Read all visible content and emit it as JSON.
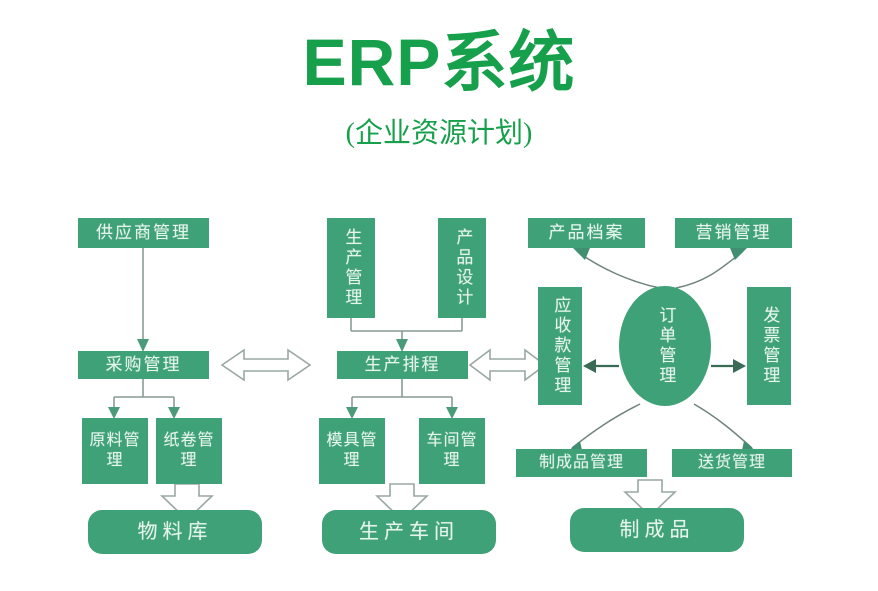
{
  "header": {
    "title": "ERP系统",
    "subtitle": "(企业资源计划)"
  },
  "colors": {
    "title_green": "#17a04c",
    "box_fill": "#3fa178",
    "box_text": "#e6f5ec",
    "connector": "#7f8f87",
    "arrow_solid": "#4a9b79",
    "background": "#ffffff"
  },
  "nodes": {
    "supplier_mgmt": "供应商管理",
    "purchase_mgmt": "采购管理",
    "raw_material_mgmt": "原料管理",
    "paper_roll_mgmt": "纸卷管理",
    "material_warehouse": "物料库",
    "production_mgmt": "生产管理",
    "product_design": "产品设计",
    "production_schedule": "生产排程",
    "mold_mgmt": "模具管理",
    "workshop_mgmt": "车间管理",
    "production_workshop": "生产车间",
    "product_archive": "产品档案",
    "marketing_mgmt": "营销管理",
    "receivable_mgmt": "应收款管理",
    "order_mgmt": "订单管理",
    "invoice_mgmt": "发票管理",
    "finished_goods_mgmt": "制成品管理",
    "delivery_mgmt": "送货管理",
    "finished_goods": "制成品"
  },
  "connectors": {
    "purchase_to_schedule": "double-arrow-icon",
    "schedule_to_receivable": "double-arrow-icon",
    "material_down_arrow": "block-arrow-down-icon",
    "workshop_down_arrow": "block-arrow-down-icon",
    "finished_down_arrow": "block-arrow-down-icon"
  }
}
